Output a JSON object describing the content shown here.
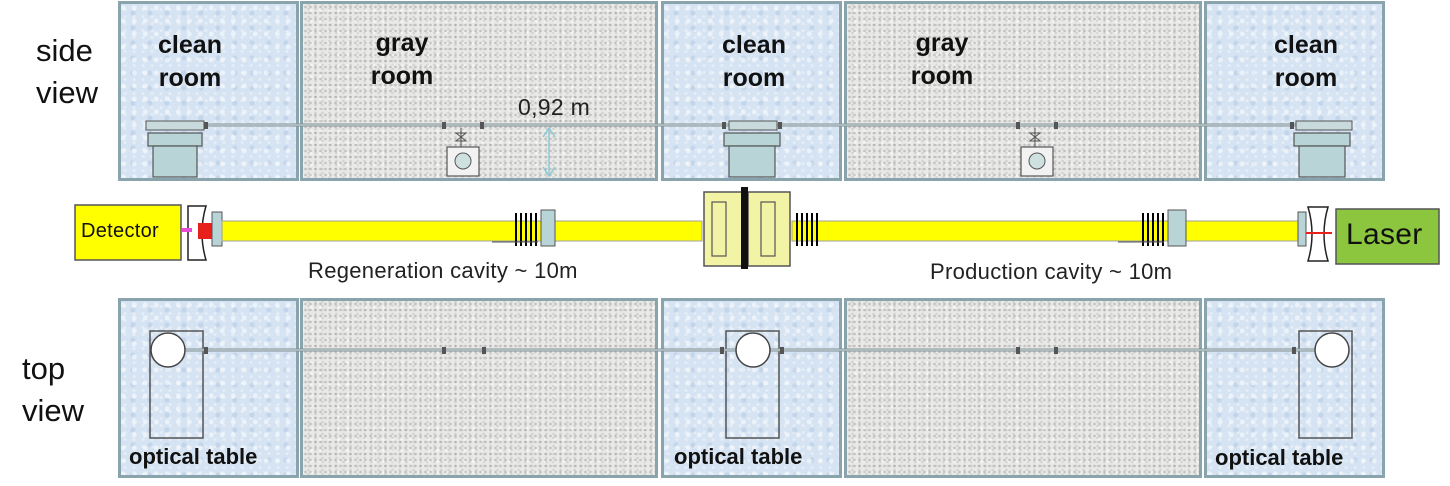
{
  "views": {
    "side": "side\nview",
    "top": "top\nview"
  },
  "rooms": {
    "clean": "clean\nroom",
    "gray": "gray\nroom"
  },
  "optical_table": "optical table",
  "dimension": "0,92 m",
  "beam": {
    "detector": "Detector",
    "laser": "Laser",
    "regeneration": "Regeneration cavity ~ 10m",
    "production": "Production cavity ~ 10m"
  },
  "colors": {
    "clean_room": "#d5e3f2",
    "gray_room": "#e9e9e7",
    "beam_yellow": "#ffff00",
    "laser_green": "#8cc63f",
    "detector_yellow": "#ffff00",
    "vacuum_tube": "#b8d4d6"
  }
}
